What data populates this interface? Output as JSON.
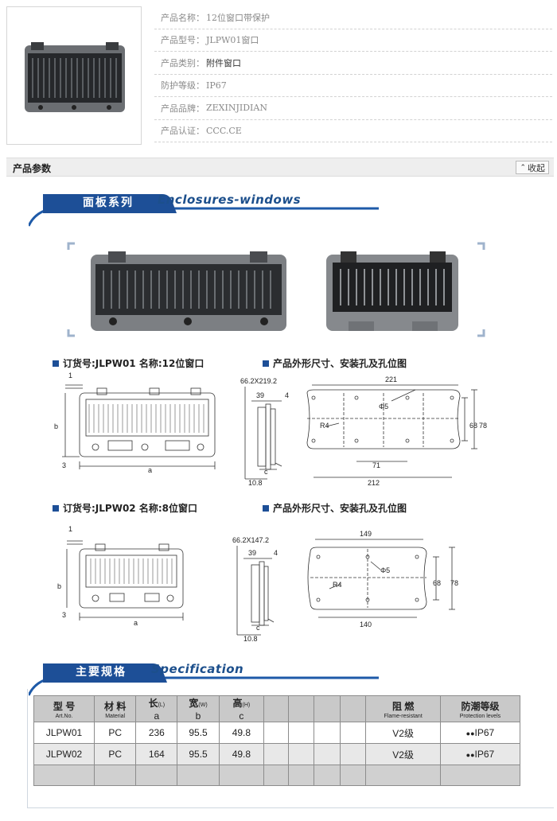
{
  "product_info": [
    {
      "label": "产品名称：",
      "value": "12位窗口带保护",
      "dark": false
    },
    {
      "label": "产品型号：",
      "value": "JLPW01窗口",
      "dark": false
    },
    {
      "label": "产品类别：",
      "value": "附件窗口",
      "dark": true
    },
    {
      "label": "防护等级：",
      "value": "IP67",
      "dark": false
    },
    {
      "label": "产品品牌：",
      "value": "ZEXINJIDIAN",
      "dark": false
    },
    {
      "label": "产品认证：",
      "value": "CCC.CE",
      "dark": false
    }
  ],
  "params": {
    "title": "产品参数",
    "collapse_label": "收起"
  },
  "series": {
    "title_cn": "面板系列",
    "title_en": "Enclosures-windows"
  },
  "jlpw01": {
    "caption": "订货号:JLPW01 名称:12位窗口",
    "side_caption": "产品外形尺寸、安装孔及孔位图",
    "front": {
      "top": "1",
      "left": "b",
      "bottom_left": "3",
      "bottom": "a"
    },
    "side": {
      "title": "66.2X219.2",
      "d39": "39",
      "d4": "4",
      "c": "c",
      "d108": "10.8"
    },
    "outline": {
      "w221": "221",
      "phi5": "Φ5",
      "r4": "R4",
      "h68": "68",
      "h78": "78",
      "w71": "71",
      "w212": "212"
    }
  },
  "jlpw02": {
    "caption": "订货号:JLPW02 名称:8位窗口",
    "side_caption": "产品外形尺寸、安装孔及孔位图",
    "front": {
      "top": "1",
      "left": "b",
      "bottom_left": "3",
      "bottom": "a"
    },
    "side": {
      "title": "66.2X147.2",
      "d39": "39",
      "d4": "4",
      "c": "c",
      "d108": "10.8"
    },
    "outline": {
      "w149": "149",
      "phi5": "Φ5",
      "r4": "R4",
      "h68": "68",
      "h78": "78",
      "w140": "140"
    }
  },
  "spec": {
    "title_cn": "主要规格",
    "title_en": "Specification",
    "headers": [
      {
        "cn": "型 号",
        "en": "Art.No."
      },
      {
        "cn": "材 料",
        "en": "Material"
      },
      {
        "cn": "长",
        "en": "(L)",
        "sub": "a"
      },
      {
        "cn": "宽",
        "en": "(W)",
        "sub": "b"
      },
      {
        "cn": "高",
        "en": "(H)",
        "sub": "c"
      },
      {
        "cn": "阻 燃",
        "en": "Flame-resistant"
      },
      {
        "cn": "防潮等级",
        "en": "Protection levels"
      }
    ],
    "rows": [
      {
        "model": "JLPW01",
        "material": "PC",
        "l": "236",
        "w": "95.5",
        "h": "49.8",
        "flame": "V2级",
        "protect": "IP67"
      },
      {
        "model": "JLPW02",
        "material": "PC",
        "l": "164",
        "w": "95.5",
        "h": "49.8",
        "flame": "V2级",
        "protect": "IP67"
      }
    ]
  }
}
